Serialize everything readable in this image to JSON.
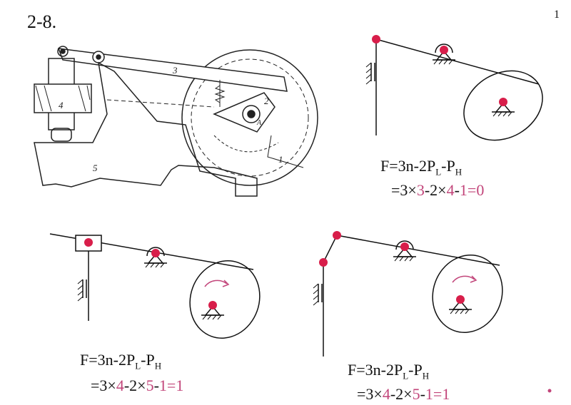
{
  "slide": {
    "title": "2-8.",
    "page_number": "1"
  },
  "machine_labels": [
    "1",
    "2",
    "3",
    "4",
    "5",
    "A"
  ],
  "colors": {
    "joint": "#d81e4a",
    "highlight": "#c2457a",
    "line": "#111111"
  },
  "formulas": [
    {
      "general": "F=3n-2P",
      "sub_l": "L",
      "mid": "-P",
      "sub_h": "H",
      "calc": [
        "=3×",
        "3",
        "-2×",
        "4",
        "-",
        "1",
        "=",
        "0"
      ]
    },
    {
      "general": "F=3n-2P",
      "sub_l": "L",
      "mid": "-P",
      "sub_h": "H",
      "calc": [
        "=3×",
        "4",
        "-2×",
        "5",
        "-",
        "1",
        "=",
        "1"
      ]
    },
    {
      "general": "F=3n-2P",
      "sub_l": "L",
      "mid": "-P",
      "sub_h": "H",
      "calc": [
        "=3×",
        "4",
        "-2×",
        "5",
        "-",
        "1",
        "=",
        "1"
      ]
    }
  ]
}
